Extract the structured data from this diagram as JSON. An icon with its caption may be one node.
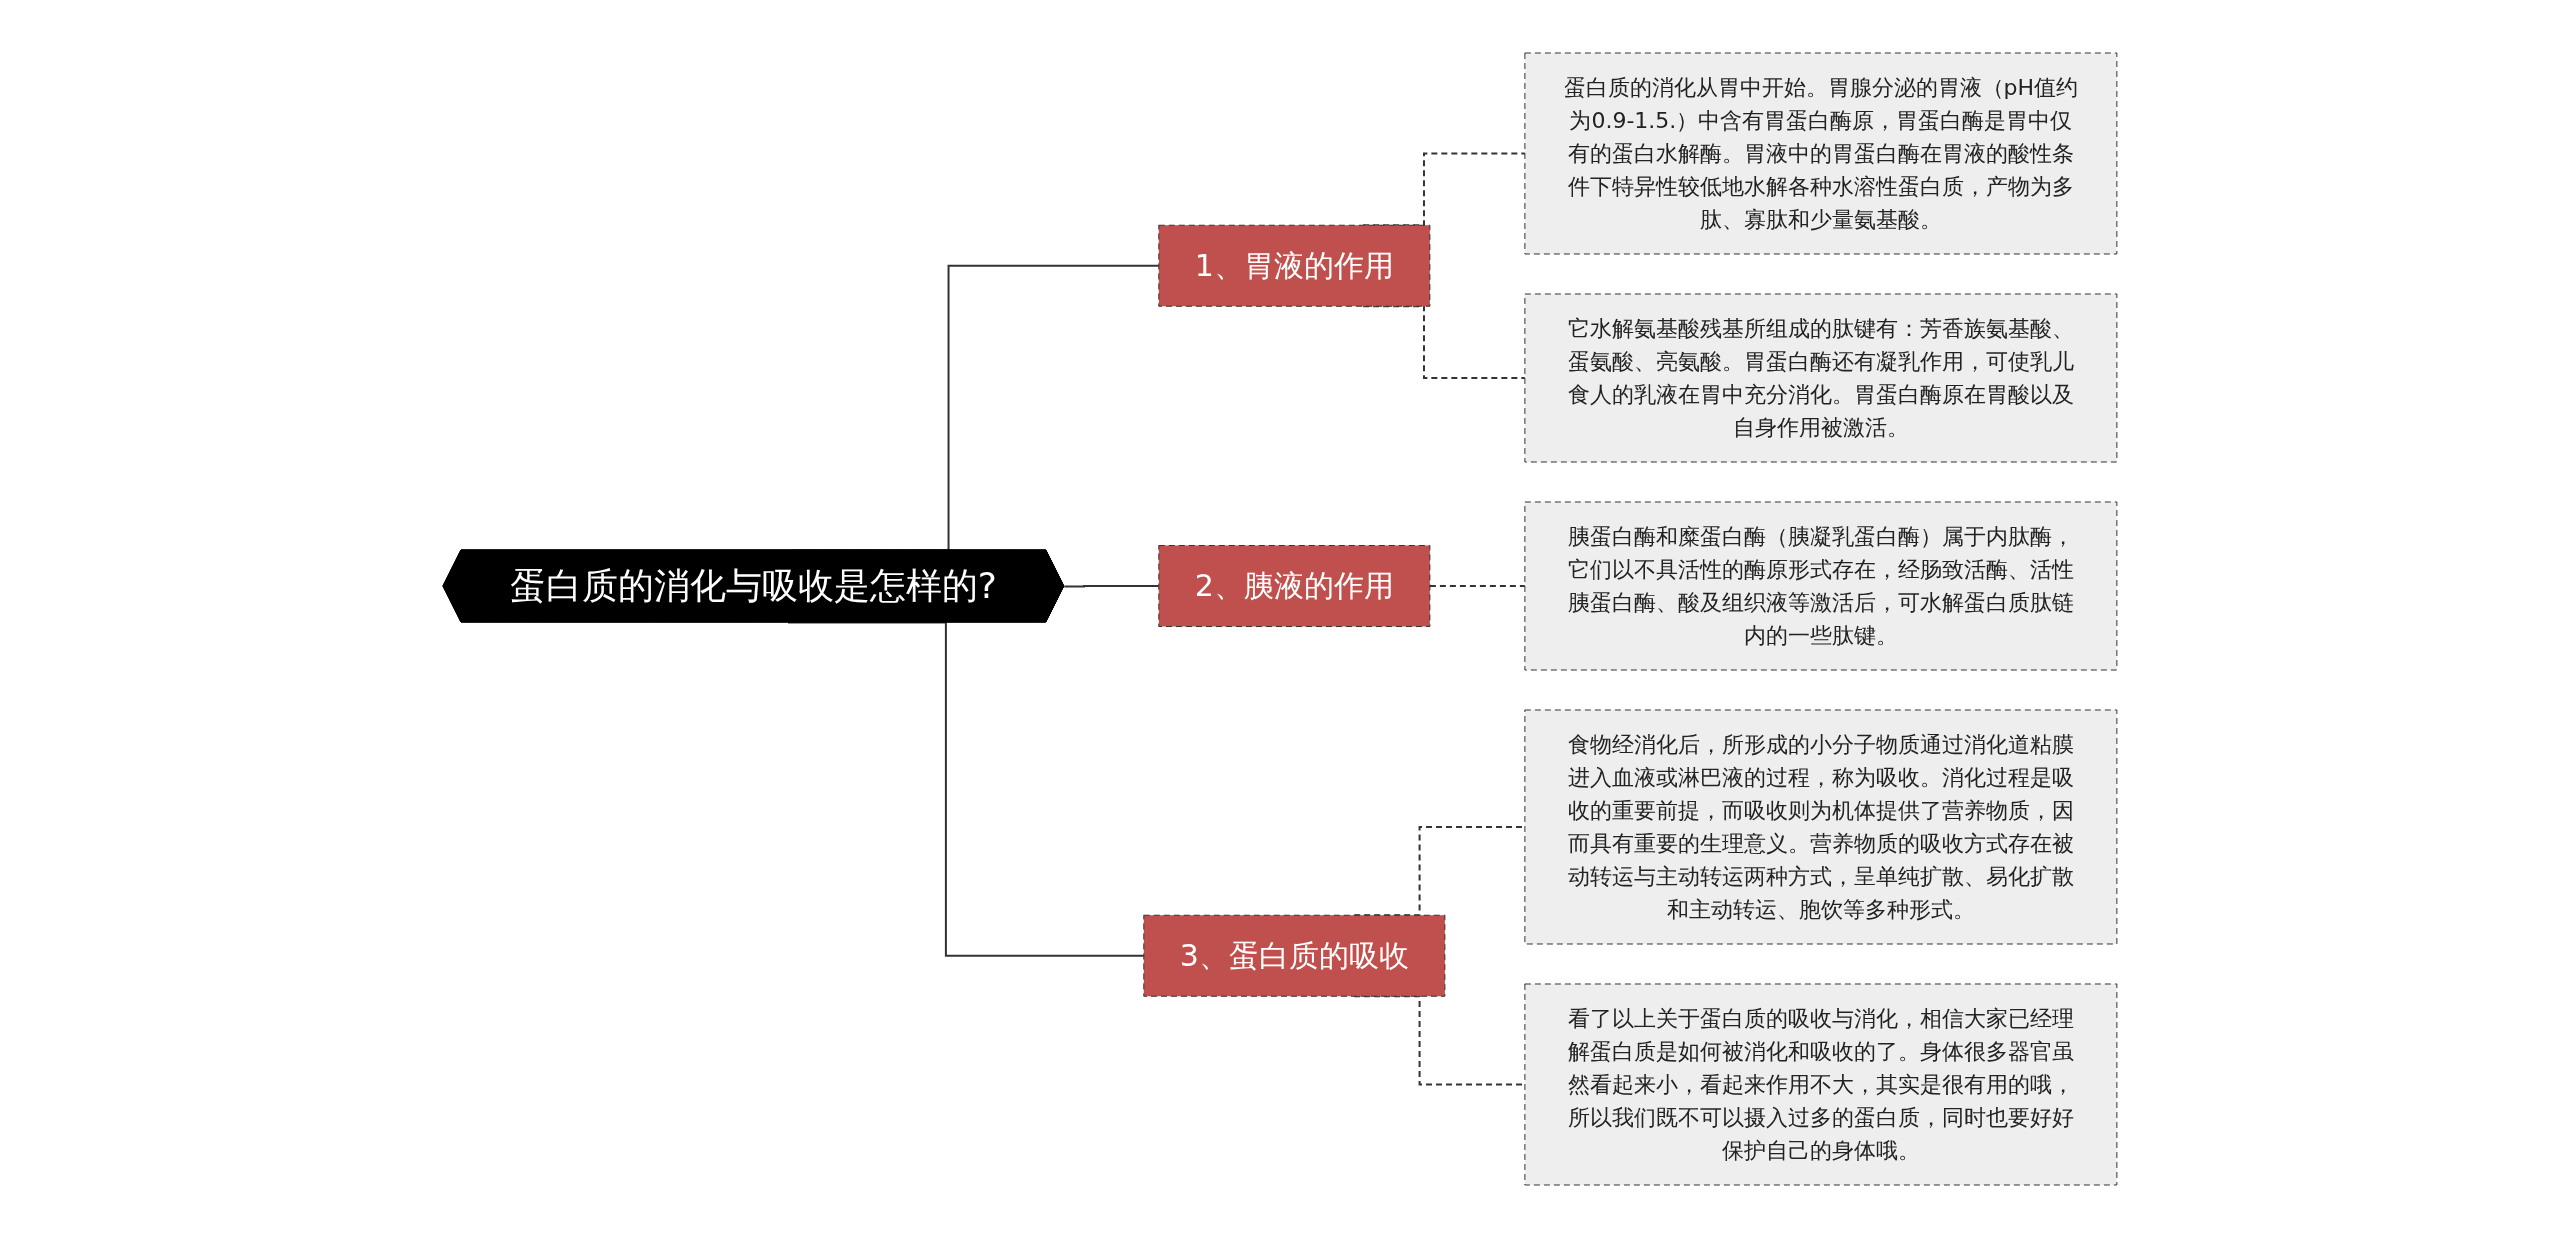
{
  "diagram": {
    "nodes": [
      {
        "text": [
          "蛋白质的消化与吸收是怎样的?"
        ]
      },
      {
        "text": [
          "1、胃液的作用"
        ]
      },
      {
        "text": [
          "蛋白质的消化从胃中开始。胃腺分泌的胃液（pH值约为0.9-1.5.）中含有胃蛋白酶原，胃蛋白酶是胃中仅有的蛋白水解酶。胃液中的胃蛋白酶在胃液的酸性条件下特异性较低地水解各种水溶性蛋白质，产物为多肽、寡肽和少量氨基酸。"
        ]
      },
      {
        "text": [
          "它水解氨基酸残基所组成的肽键有：芳香族氨基酸、蛋氨酸、亮氨酸。胃蛋白酶还有凝乳作用，可使乳儿食人的乳液在胃中充分消化。胃蛋白酶原在胃酸以及自身作用被激活。"
        ]
      },
      {
        "text": [
          "2、胰液的作用"
        ]
      },
      {
        "text": [
          "胰蛋白酶和糜蛋白酶（胰凝乳蛋白酶）属于内肽酶，它们以不具活性的酶原形式存在，经肠致活酶、活性胰蛋白酶、酸及组织液等激活后，可水解蛋白质肽链内的一些肽键。"
        ]
      },
      {
        "text": [
          "3、蛋白质的吸收"
        ]
      },
      {
        "text": [
          "食物经消化后，所形成的小分子物质通过消化道粘膜进入血液或淋巴液的过程，称为吸收。消化过程是吸收的重要前提，而吸收则为机体提供了营养物质，因而具有重要的生理意义。营养物质的吸收方式存在被动转运与主动转运两种方式，呈单纯扩散、易化扩散和主动转运、胞饮等多种形式。"
        ]
      },
      {
        "text": [
          "看了以上关于蛋白质的吸收与消化，相信大家已经理解蛋白质是如何被消化和吸收的了。身体很多器官虽然看起来小，看起来作用不大，其实是很有用的哦，所以我们既不可以摄入过多的蛋白质，同时也要好好保护自己的身体哦。"
        ]
      }
    ],
    "edges": [
      {
        "from": 0,
        "to": 1,
        "arrow": "none"
      },
      {
        "from": 1,
        "to": 2,
        "arrow": "none",
        "style": "dashed"
      },
      {
        "from": 1,
        "to": 3,
        "arrow": "none",
        "style": "dashed"
      },
      {
        "from": 0,
        "to": 4,
        "arrow": "none"
      },
      {
        "from": 4,
        "to": 5,
        "arrow": "none",
        "style": "dashed"
      },
      {
        "from": 0,
        "to": 6,
        "arrow": "none"
      },
      {
        "from": 6,
        "to": 7,
        "arrow": "none",
        "style": "dashed"
      },
      {
        "from": 6,
        "to": 8,
        "arrow": "none",
        "style": "dashed"
      }
    ]
  }
}
